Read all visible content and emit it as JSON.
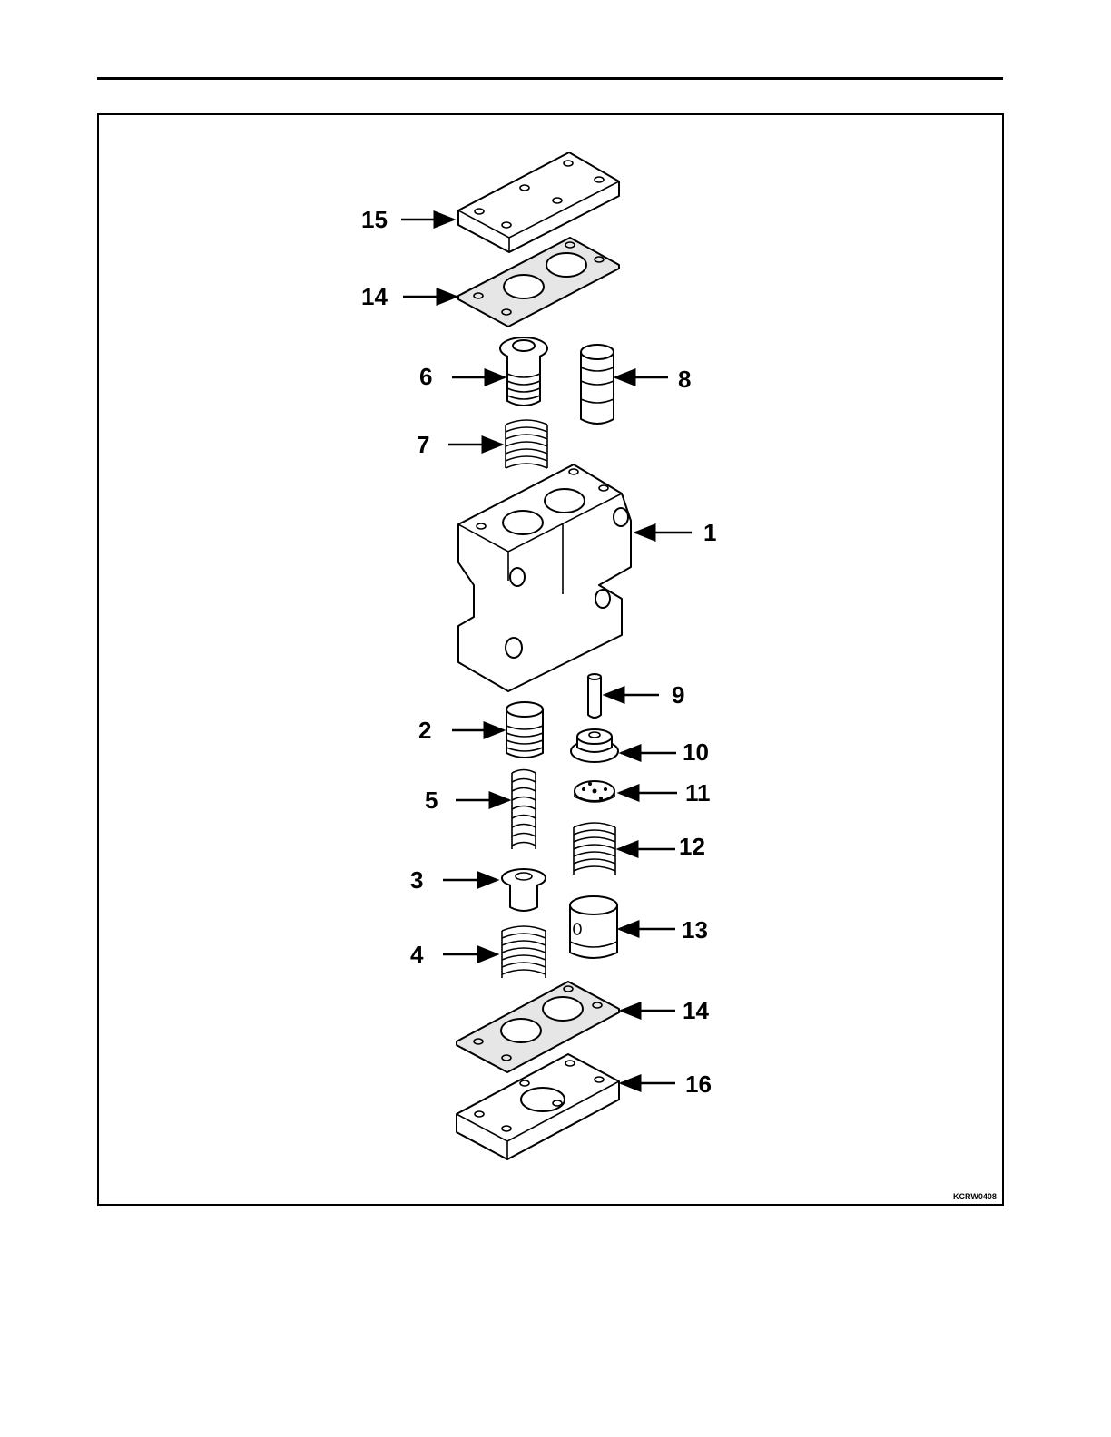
{
  "figure_code": "KCRW0408",
  "callouts": [
    {
      "id": "15",
      "label": "15"
    },
    {
      "id": "14a",
      "label": "14"
    },
    {
      "id": "6",
      "label": "6"
    },
    {
      "id": "8",
      "label": "8"
    },
    {
      "id": "7",
      "label": "7"
    },
    {
      "id": "1",
      "label": "1"
    },
    {
      "id": "9",
      "label": "9"
    },
    {
      "id": "2",
      "label": "2"
    },
    {
      "id": "10",
      "label": "10"
    },
    {
      "id": "11",
      "label": "11"
    },
    {
      "id": "5",
      "label": "5"
    },
    {
      "id": "12",
      "label": "12"
    },
    {
      "id": "3",
      "label": "3"
    },
    {
      "id": "13",
      "label": "13"
    },
    {
      "id": "4",
      "label": "4"
    },
    {
      "id": "14b",
      "label": "14"
    },
    {
      "id": "16",
      "label": "16"
    }
  ]
}
